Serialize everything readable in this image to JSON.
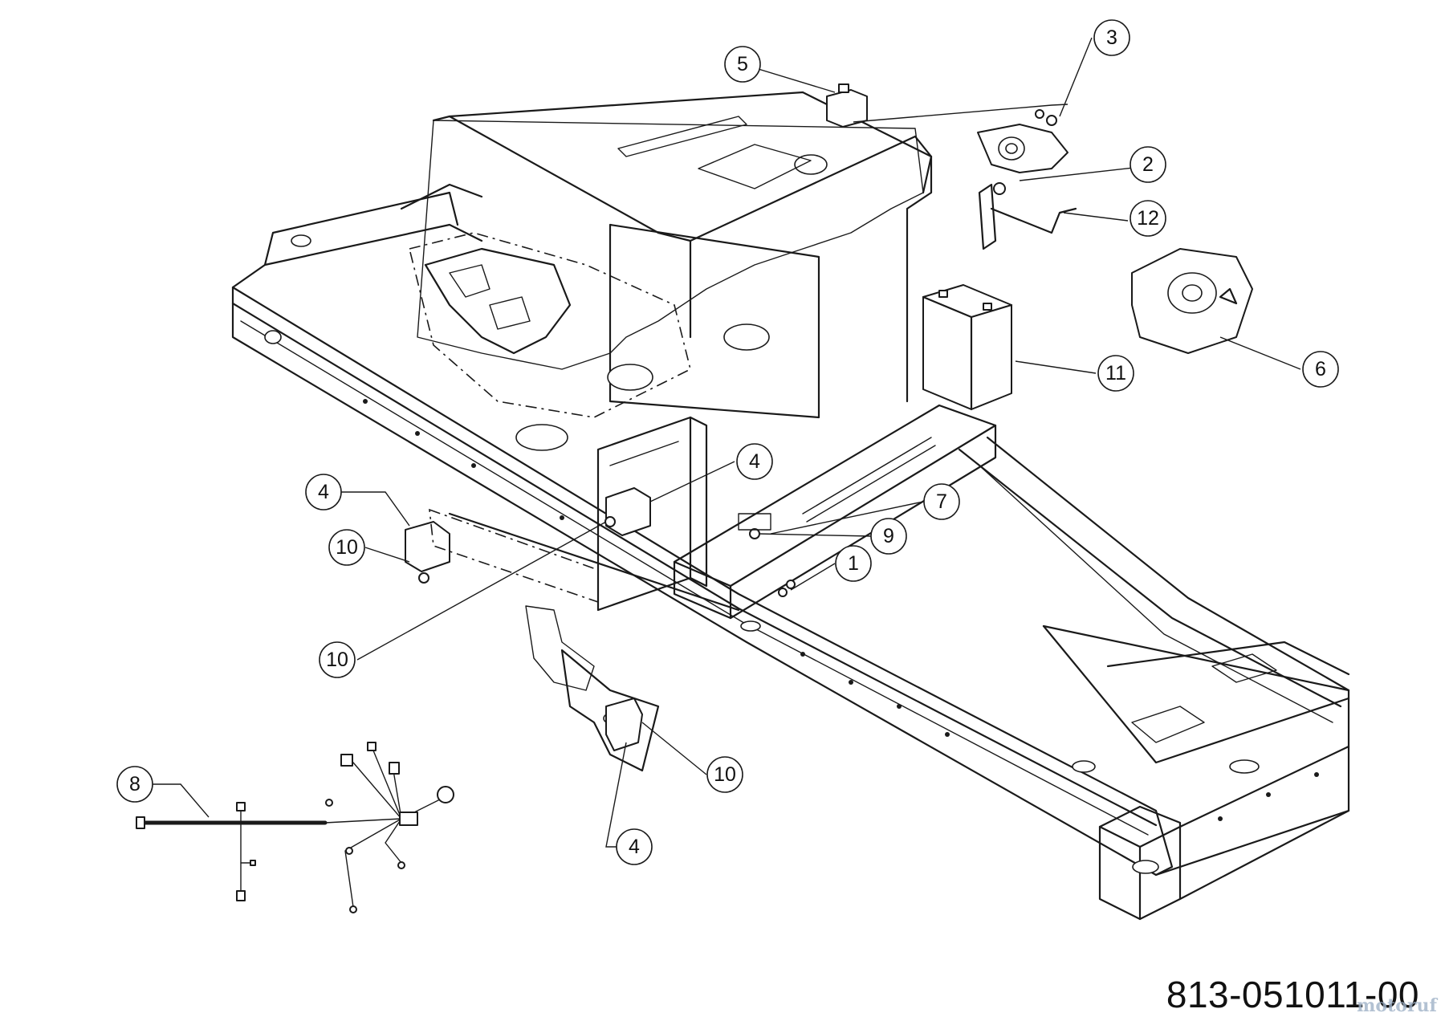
{
  "diagram_code": "813-051011-00",
  "watermark": "motoruf",
  "callouts": [
    {
      "label": "1"
    },
    {
      "label": "2"
    },
    {
      "label": "3"
    },
    {
      "label": "4"
    },
    {
      "label": "4"
    },
    {
      "label": "4"
    },
    {
      "label": "5"
    },
    {
      "label": "6"
    },
    {
      "label": "7"
    },
    {
      "label": "8"
    },
    {
      "label": "9"
    },
    {
      "label": "10"
    },
    {
      "label": "10"
    },
    {
      "label": "10"
    },
    {
      "label": "11"
    },
    {
      "label": "12"
    }
  ],
  "colors": {
    "line": "#1a1a1a",
    "background": "#ffffff",
    "watermark": "#9fb2c8"
  }
}
